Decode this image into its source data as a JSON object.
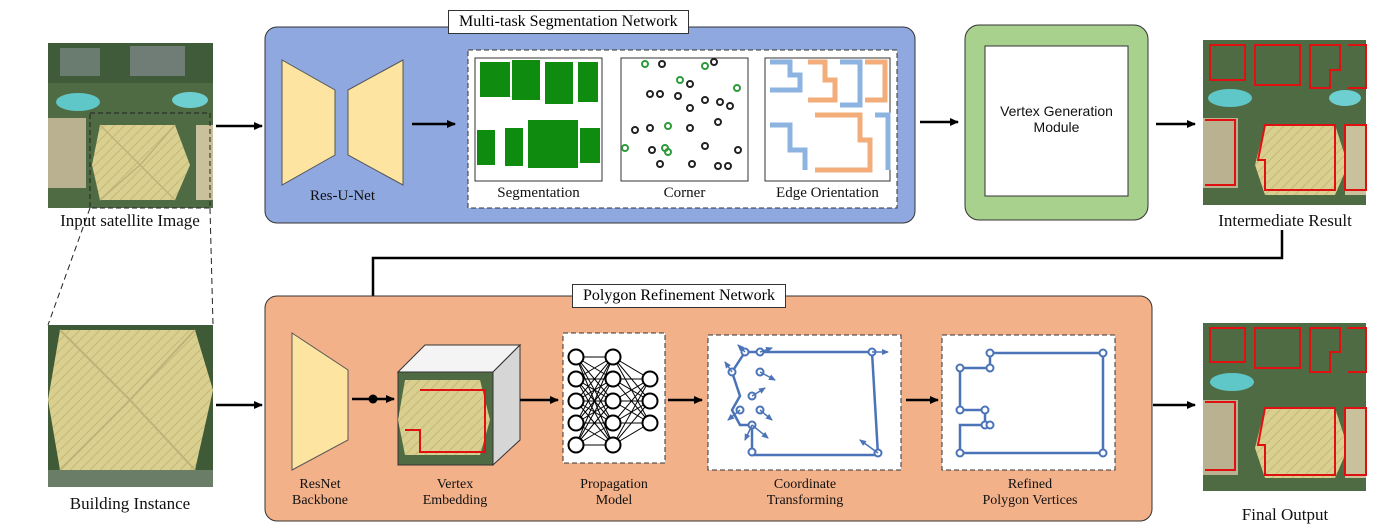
{
  "top": {
    "input_label": "Input satellite Image",
    "network_title": "Multi-task Segmentation Network",
    "encoder_label": "Res-U-Net",
    "maps": [
      "Segmentation",
      "Corner",
      "Edge Orientation"
    ],
    "vertex_module": "Vertex Generation\nModule",
    "intermediate_label": "Intermediate Result"
  },
  "bottom": {
    "instance_label": "Building Instance",
    "network_title": "Polygon Refinement Network",
    "backbone_label": "ResNet\nBackbone",
    "embedding_label": "Vertex\nEmbedding",
    "propagation_label": "Propagation\nModel",
    "coordinate_label": "Coordinate\nTransforming",
    "refined_label": "Refined\nPolygon Vertices",
    "final_label": "Final Output"
  },
  "colors": {
    "blue_panel": "#8fa8e0",
    "orange_panel": "#f3b18a",
    "green_panel": "#a9d18e",
    "trapezoid": "#fde5a1",
    "seg_green": "#0f8c0f",
    "edge_blue": "#8db3e0",
    "edge_orange": "#f2ad7a",
    "poly_blue": "#4a73b8",
    "building_red": "#e01010"
  }
}
